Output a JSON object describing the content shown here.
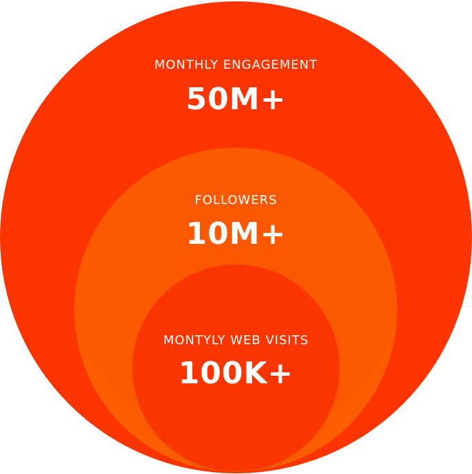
{
  "colors": {
    "outer": "#fb3400",
    "middle": "#fb5a00",
    "inner": "#fb3500",
    "text": "#ffffff"
  },
  "rings": [
    {
      "label": "MONTHLY ENGAGEMENT",
      "value": "50M+"
    },
    {
      "label": "FOLLOWERS",
      "value": "10M+"
    },
    {
      "label": "MONTYLY WEB VISITS",
      "value": "100K+"
    }
  ]
}
